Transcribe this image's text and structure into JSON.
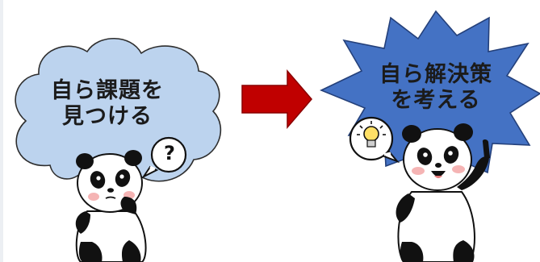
{
  "left_panel": {
    "cloud_line1": "自ら課題を",
    "cloud_line2": "見つける",
    "bubble_symbol": "?",
    "cloud_color": "#bcd3ee"
  },
  "arrow": {
    "color": "#c00000"
  },
  "right_panel": {
    "star_line1": "自ら解決策",
    "star_line2": "を考える",
    "star_color": "#4472c4",
    "bubble_icon": "lightbulb-icon"
  }
}
